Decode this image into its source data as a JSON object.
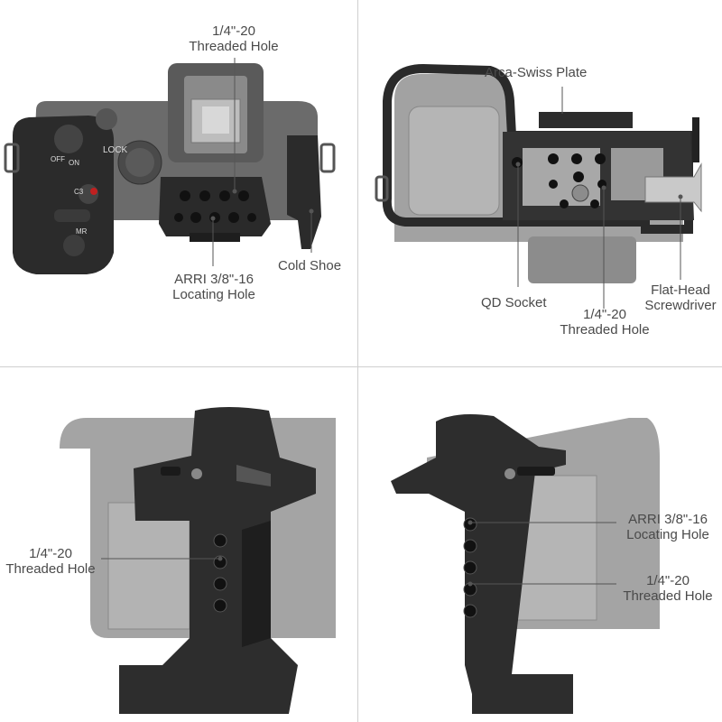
{
  "panels": {
    "top_left": {
      "labels": {
        "threaded_hole": [
          "1/4\"-20",
          "Threaded Hole"
        ],
        "arri_hole": [
          "ARRI 3/8\"-16",
          "Locating Hole"
        ],
        "cold_shoe": [
          "Cold Shoe"
        ]
      },
      "camera_markings": [
        "LOCK",
        "ON",
        "OFF",
        "MR",
        "C3"
      ]
    },
    "top_right": {
      "labels": {
        "arca_plate": [
          "Arca-Swiss Plate"
        ],
        "qd_socket": [
          "QD Socket"
        ],
        "threaded_hole": [
          "1/4\"-20",
          "Threaded Hole"
        ],
        "screwdriver": [
          "Flat-Head",
          "Screwdriver"
        ]
      }
    },
    "bottom_left": {
      "labels": {
        "threaded_hole": [
          "1/4\"-20",
          "Threaded Hole"
        ]
      }
    },
    "bottom_right": {
      "labels": {
        "arri_hole": [
          "ARRI 3/8\"-16",
          "Locating Hole"
        ],
        "threaded_hole": [
          "1/4\"-20",
          "Threaded Hole"
        ]
      }
    }
  },
  "colors": {
    "cage": "#2b2b2b",
    "cage_edge": "#1a1a1a",
    "camera_body": "#8f8f8f",
    "camera_light": "#a9a9a9",
    "text": "#4a4a4a",
    "divider": "#cfcfcf"
  }
}
